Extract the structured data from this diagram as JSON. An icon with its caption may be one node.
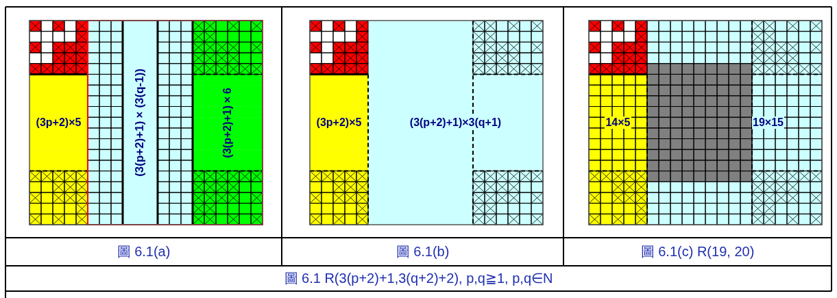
{
  "diagram": {
    "nodes": [
      {
        "text": [
          "(3p+2)×5"
        ]
      },
      {
        "text": [
          "(3(p+2)+1)×(3(q-1))"
        ]
      },
      {
        "text": [
          "(3(p+2)+1)×6"
        ]
      },
      {
        "text": [
          "(3p+2)×5"
        ]
      },
      {
        "text": [
          "(3(p+2)+1)×3(q+1)"
        ]
      },
      {
        "text": [
          "14×5"
        ]
      },
      {
        "text": [
          "19×15"
        ]
      }
    ],
    "labels": [
      "圖 6.1(a)",
      "圖 6.1(b)",
      "圖 6.1(c) R(19, 20)",
      "圖 6.1 R(3(p+2)+1,3(q+2)+2), p,q≧1, p,q∈N"
    ]
  }
}
